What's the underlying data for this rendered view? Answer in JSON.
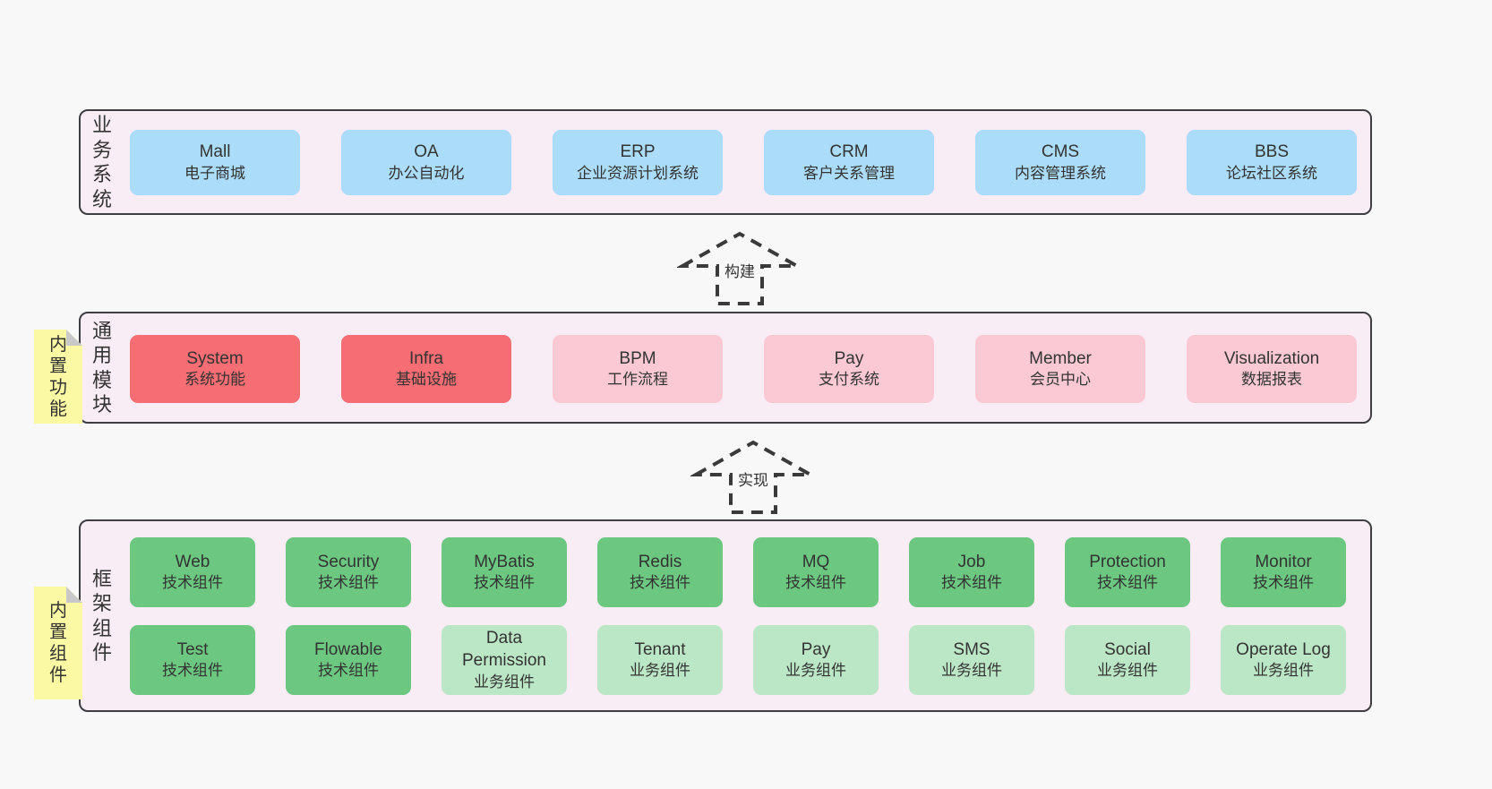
{
  "palette": {
    "page_bg": "#f8f8f8",
    "band_bg": "#f8ecf5",
    "band_border": "#3d3d42",
    "blue_box": "#abdcfa",
    "red_box": "#f66d73",
    "pink_box": "#fac9d4",
    "green_box": "#6cc880",
    "light_green_box": "#bbe7c6",
    "note_yellow": "#fbf9a3",
    "note_fold_gray": "#c8c8c8",
    "text": "#333333"
  },
  "arrows": [
    {
      "label": "构建"
    },
    {
      "label": "实现"
    }
  ],
  "layers": [
    {
      "label": "业务系统",
      "boxes": [
        {
          "title": "Mall",
          "subtitle": "电子商城"
        },
        {
          "title": "OA",
          "subtitle": "办公自动化"
        },
        {
          "title": "ERP",
          "subtitle": "企业资源计划系统"
        },
        {
          "title": "CRM",
          "subtitle": "客户关系管理"
        },
        {
          "title": "CMS",
          "subtitle": "内容管理系统"
        },
        {
          "title": "BBS",
          "subtitle": "论坛社区系统"
        }
      ]
    },
    {
      "label": "通用模块",
      "note": "内置功能",
      "boxes": [
        {
          "title": "System",
          "subtitle": "系统功能"
        },
        {
          "title": "Infra",
          "subtitle": "基础设施"
        },
        {
          "title": "BPM",
          "subtitle": "工作流程"
        },
        {
          "title": "Pay",
          "subtitle": "支付系统"
        },
        {
          "title": "Member",
          "subtitle": "会员中心"
        },
        {
          "title": "Visualization",
          "subtitle": "数据报表"
        }
      ]
    },
    {
      "label": "框架组件",
      "note": "内置组件",
      "row1": [
        {
          "title": "Web",
          "subtitle": "技术组件"
        },
        {
          "title": "Security",
          "subtitle": "技术组件"
        },
        {
          "title": "MyBatis",
          "subtitle": "技术组件"
        },
        {
          "title": "Redis",
          "subtitle": "技术组件"
        },
        {
          "title": "MQ",
          "subtitle": "技术组件"
        },
        {
          "title": "Job",
          "subtitle": "技术组件"
        },
        {
          "title": "Protection",
          "subtitle": "技术组件"
        },
        {
          "title": "Monitor",
          "subtitle": "技术组件"
        }
      ],
      "row2": [
        {
          "title": "Test",
          "subtitle": "技术组件"
        },
        {
          "title": "Flowable",
          "subtitle": "技术组件"
        },
        {
          "title": "Data Permission",
          "subtitle": "业务组件"
        },
        {
          "title": "Tenant",
          "subtitle": "业务组件"
        },
        {
          "title": "Pay",
          "subtitle": "业务组件"
        },
        {
          "title": "SMS",
          "subtitle": "业务组件"
        },
        {
          "title": "Social",
          "subtitle": "业务组件"
        },
        {
          "title": "Operate Log",
          "subtitle": "业务组件"
        }
      ]
    }
  ]
}
